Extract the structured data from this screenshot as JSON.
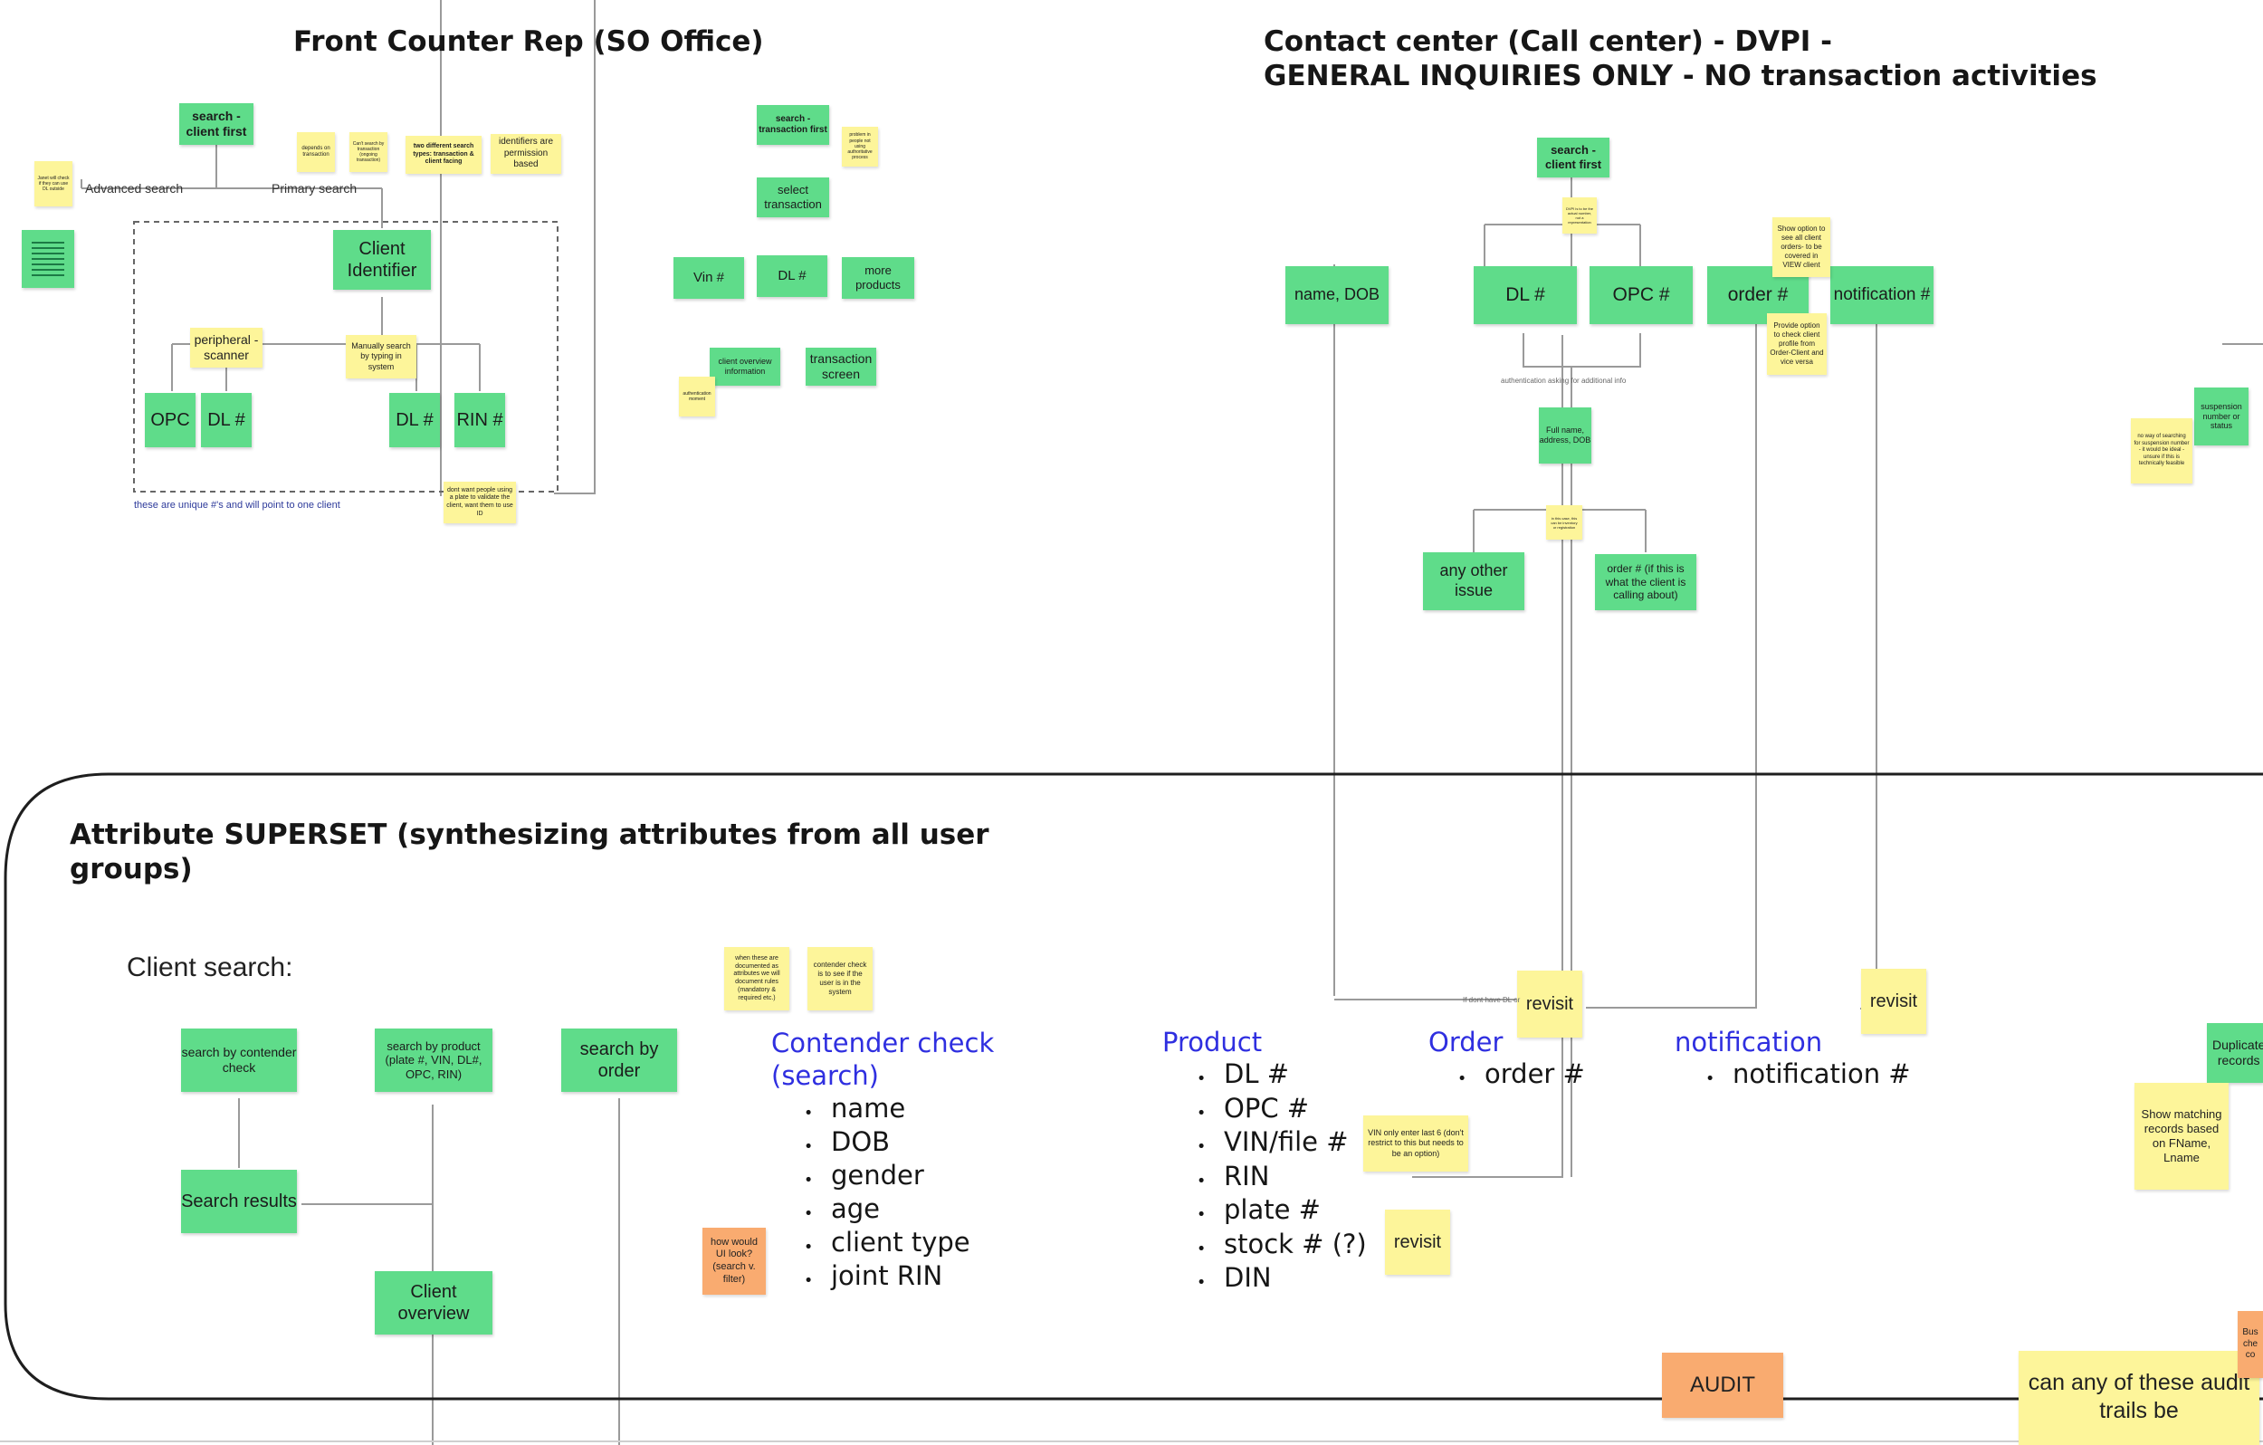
{
  "titles": {
    "front_counter": "Front Counter Rep (SO Office)",
    "contact_center_1": "Contact center (Call center) - DVPI -",
    "contact_center_2": "GENERAL INQUIRIES ONLY - NO transaction activities",
    "superset_1": "Attribute SUPERSET (synthesizing attributes from all user",
    "superset_2": "groups)",
    "client_search": "Client search:"
  },
  "front": {
    "search_client_first": "search - client first",
    "advanced_search": "Advanced search",
    "primary_search": "Primary search",
    "note_left": "Janet will check if they can use DL outside",
    "note_depends": "depends on transaction",
    "note_cant": "Can't search by transaction (ongoing transaction)",
    "note_two_types": "two different search types: transaction & client facing",
    "note_identifiers": "identifiers are permission based",
    "client_identifier": "Client Identifier",
    "peripheral": "peripheral - scanner",
    "manually": "Manually search by typing in system",
    "opc": "OPC",
    "dl": "DL #",
    "dl2": "DL #",
    "rin": "RIN #",
    "unique_note": "these are unique #'s and will point to one client",
    "dont_want": "dont want people using a plate to validate the client, want them to use ID"
  },
  "transaction": {
    "search_trans": "search - transaction first",
    "note_trans": "problem in people not using authoritative process",
    "select_transaction": "select transaction",
    "vin": "Vin #",
    "dl": "DL #",
    "more_products": "more products",
    "client_overview_info": "client overview information",
    "transaction_screen": "transaction screen",
    "auth_note": "authentication moment"
  },
  "contact": {
    "search_client_first": "search - client first",
    "small_note": "DVPI is to be the actual number, not a representation",
    "name_dob": "name, DOB",
    "dl": "DL #",
    "opc": "OPC #",
    "order": "order #",
    "notification": "notification #",
    "show_option": "Show option to see all client orders- to be covered in VIEW client",
    "provide_option": "Provide option to check client profile from Order-Client and vice versa",
    "auth_label": "authentication asking for additional info",
    "full_name": "Full name, address, DOB",
    "small_note2": "in this case, this can be inventory or registration",
    "any_other_issue": "any other issue",
    "order_if": "order # (if this is what the client is calling about)",
    "suspension": "suspension number or status",
    "no_way": "no way of searching for suspension number - it would be ideal - unsure if this is technically feasible"
  },
  "superset": {
    "note_when": "when these are documented as attributes we will document rules (mandatory & required etc.)",
    "note_contender": "contender check is to see if the user is in the system",
    "search_contender": "search by contender check",
    "search_product": "search by product (plate #, VIN, DL#, OPC, RIN)",
    "search_order": "search by order",
    "search_results": "Search results",
    "client_overview": "Client overview",
    "how_would": "how would UI look? (search v. filter)",
    "contender_heading": "Contender check (search)",
    "contender_items": [
      "name",
      "DOB",
      "gender",
      "age",
      "client type",
      "joint RIN"
    ],
    "product_heading": "Product",
    "product_items": [
      "DL #",
      "OPC #",
      "VIN/file #",
      "RIN",
      "plate #",
      "stock # (?)",
      "DIN"
    ],
    "order_heading": "Order",
    "order_items": [
      "order #"
    ],
    "notification_heading": "notification",
    "notification_items": [
      "notification #"
    ],
    "revisit_1": "revisit",
    "revisit_2": "revisit",
    "revisit_3": "revisit",
    "vin_note": "VIN only enter last 6 (don't restrict to this but needs to be an option)",
    "dont_have": "If dont have DL or",
    "audit": "AUDIT",
    "can_any": "can any of these audit trails be",
    "duplicate": "Duplicate records",
    "show_matching": "Show matching records based on FName, Lname",
    "bus_partial": "Bus che co"
  }
}
